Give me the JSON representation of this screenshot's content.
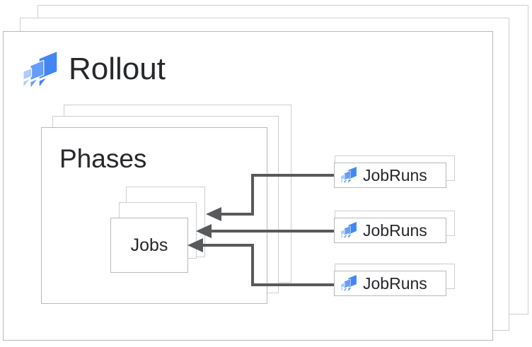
{
  "rollout": {
    "label": "Rollout"
  },
  "phases": {
    "label": "Phases"
  },
  "jobs": {
    "label": "Jobs"
  },
  "jobruns": [
    {
      "label": "JobRuns"
    },
    {
      "label": "JobRuns"
    },
    {
      "label": "JobRuns"
    }
  ],
  "icons": {
    "deploy": "cloud-deploy-icon"
  },
  "colors": {
    "icon_dark": "#4285f4",
    "icon_mid": "#669df6",
    "icon_light": "#aecbfa",
    "arrow": "#58595b",
    "border_front": "#b6b9bd",
    "border_back": "#cdcfd2",
    "text": "#26282b"
  }
}
